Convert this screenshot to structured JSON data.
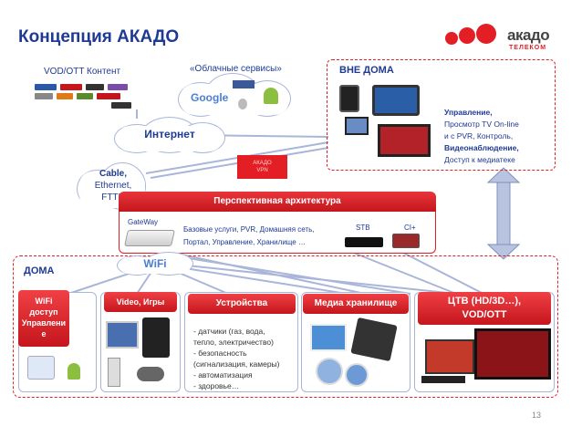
{
  "title": "Концепция АКАДО",
  "logo": {
    "brand": "акадо",
    "sub": "ТЕЛЕКОМ"
  },
  "vod_label": "VOD/OTT Контент",
  "cloud_services": {
    "label": "«Облачные сервисы»",
    "icons": [
      "google-logo",
      "facebook-logo",
      "apple-logo",
      "android-icon"
    ]
  },
  "internet_cloud": "Интернет",
  "access_cloud": {
    "line1": "Cable,",
    "line2": "Ethernet,",
    "line3": "FTTH"
  },
  "outside_home": {
    "title": "ВНЕ ДОМА",
    "text_lines": [
      "Управление,",
      "Просмотр TV On-line",
      "и с  PVR, Контроль,",
      "Видеонаблюдение,",
      "Доступ к медиатеке"
    ]
  },
  "vpn_box": {
    "line1": "АКАДО",
    "line2": "VPN"
  },
  "architecture": {
    "title": "Перспективная архитектура",
    "gateway": "GateWay",
    "services_line1": "Базовые услуги,  PVR, Домашняя сеть,",
    "services_line2": "Портал, Управление, Хранилище …",
    "stb": "STB",
    "ci": "CI+"
  },
  "wifi_label": "WiFi",
  "home": {
    "title": "ДОМА"
  },
  "modules": {
    "wifi": {
      "line1": "WiFi",
      "line2": "доступ",
      "line3": "Управлени",
      "line4": "е"
    },
    "video": "Video, Игры",
    "devices": "Устройства",
    "devices_list": [
      "- датчики (газ, вода,",
      "тепло, электричество)",
      "- безопасность",
      "(сигнализация, камеры)",
      "- автоматизация",
      "- здоровье…"
    ],
    "media": "Медиа хранилище",
    "tv": {
      "line1": "ЦТВ (HD/3D…),",
      "line2": "VOD/OTT"
    }
  },
  "page_number": "13",
  "colors": {
    "accent": "#e31e24",
    "text": "#1f3a93",
    "outline": "#a9b6d9"
  }
}
